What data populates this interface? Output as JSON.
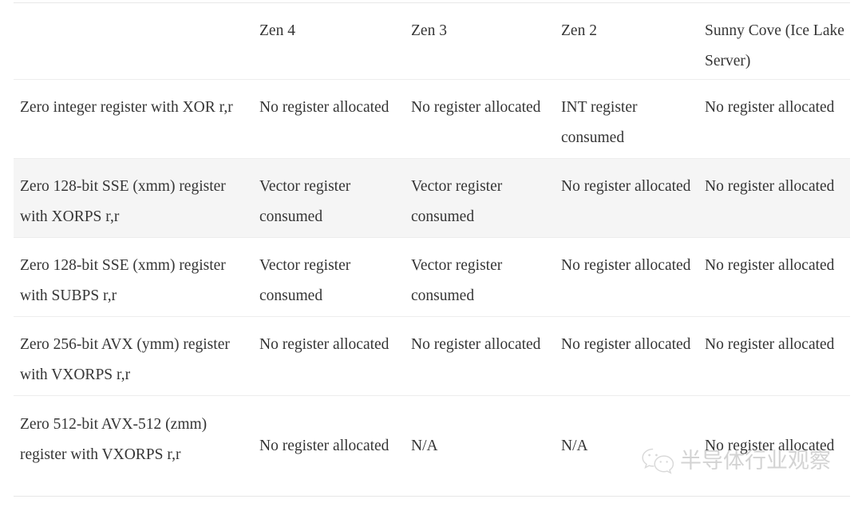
{
  "table": {
    "columns": [
      {
        "key": "label",
        "label": ""
      },
      {
        "key": "zen4",
        "label": "Zen 4"
      },
      {
        "key": "zen3",
        "label": "Zen 3"
      },
      {
        "key": "zen2",
        "label": "Zen 2"
      },
      {
        "key": "sunny",
        "label": "Sunny Cove (Ice Lake Server)"
      }
    ],
    "rows": [
      {
        "label": "Zero integer register with XOR r,r",
        "values": [
          "No register allocated",
          "No register allocated",
          "INT register consumed",
          "No register allocated"
        ],
        "shaded": false
      },
      {
        "label": "Zero 128-bit SSE (xmm) register with XORPS r,r",
        "values": [
          "Vector register consumed",
          "Vector register consumed",
          "No register allocated",
          "No register allocated"
        ],
        "shaded": true
      },
      {
        "label": "Zero 128-bit SSE (xmm) register with SUBPS r,r",
        "values": [
          "Vector register consumed",
          "Vector register consumed",
          "No register allocated",
          "No register allocated"
        ],
        "shaded": false
      },
      {
        "label": "Zero 256-bit AVX (ymm) register with VXORPS r,r",
        "values": [
          "No register allocated",
          "No register allocated",
          "No register allocated",
          "No register allocated"
        ],
        "shaded": false
      },
      {
        "label": "Zero 512-bit AVX-512 (zmm) register with VXORPS r,r",
        "values": [
          "No register allocated",
          "N/A",
          "N/A",
          "No register allocated"
        ],
        "shaded": false
      }
    ]
  },
  "watermark": {
    "text": "半导体行业观察",
    "logo_name": "wechat-logo",
    "color": "#b9b9b9"
  },
  "colors": {
    "text": "#353535",
    "border": "#ededed",
    "shaded_row": "#f5f5f5",
    "background": "#ffffff"
  }
}
